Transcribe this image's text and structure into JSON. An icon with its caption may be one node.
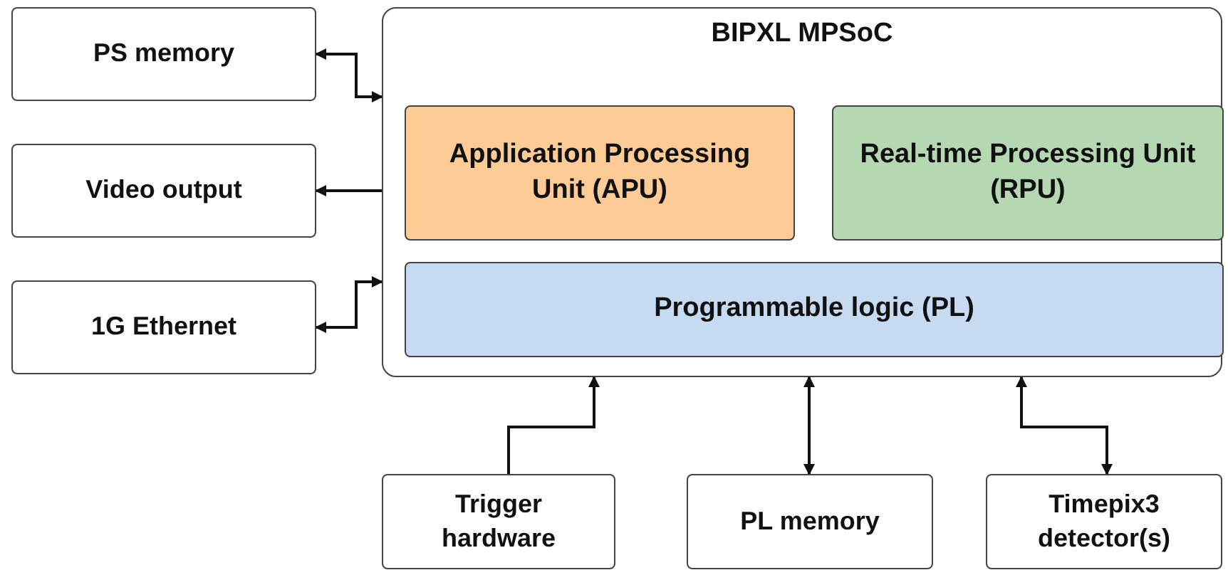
{
  "diagram": {
    "nodes": [
      {
        "text": [
          "PS memory"
        ]
      },
      {
        "text": [
          "Video output"
        ]
      },
      {
        "text": [
          "1G Ethernet"
        ]
      },
      {
        "text": [
          "BIPXL MPSoC"
        ]
      },
      {
        "text": [
          "Application Processing Unit (APU)"
        ],
        "in": 3
      },
      {
        "text": [
          "Real-time Processing Unit (RPU)"
        ],
        "in": 3
      },
      {
        "text": [
          "Programmable logic (PL)"
        ],
        "in": 3
      },
      {
        "text": [
          "Trigger hardware"
        ]
      },
      {
        "text": [
          "PL memory"
        ]
      },
      {
        "text": [
          "Timepix3 detector(s)"
        ]
      }
    ],
    "edges": [
      {
        "from": 0,
        "to": 3,
        "arrow": "both"
      },
      {
        "from": 3,
        "to": 1,
        "arrow": "to"
      },
      {
        "from": 2,
        "to": 3,
        "arrow": "both"
      },
      {
        "from": 7,
        "to": 3,
        "arrow": "to"
      },
      {
        "from": 8,
        "to": 3,
        "arrow": "both"
      },
      {
        "from": 9,
        "to": 3,
        "arrow": "both"
      }
    ]
  }
}
